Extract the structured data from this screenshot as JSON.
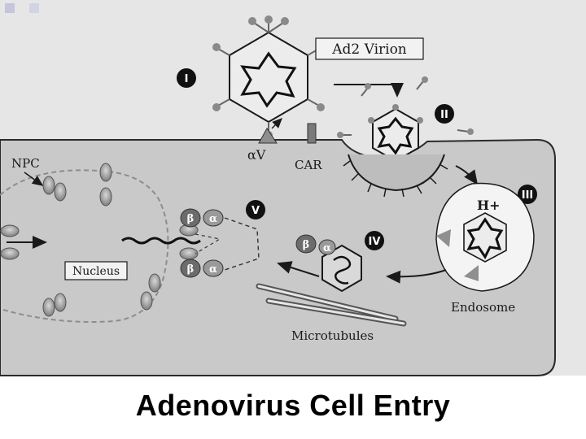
{
  "caption": "Adenovirus Cell Entry",
  "diagram": {
    "virion_label": "Ad2 Virion",
    "receptor_alpha_v": "αV",
    "receptor_car": "CAR",
    "npc_label": "NPC",
    "nucleus_label": "Nucleus",
    "endosome_label": "Endosome",
    "microtubules_label": "Microtubules",
    "proton_label": "H+",
    "beta": "β",
    "alpha": "α",
    "stages": [
      "I",
      "II",
      "III",
      "IV",
      "V"
    ]
  },
  "colors": {
    "cell": "#c9c9c9",
    "outer": "#e6e6e6",
    "nucleus_line": "#8d8d8d",
    "ink": "#1a1a1a"
  }
}
